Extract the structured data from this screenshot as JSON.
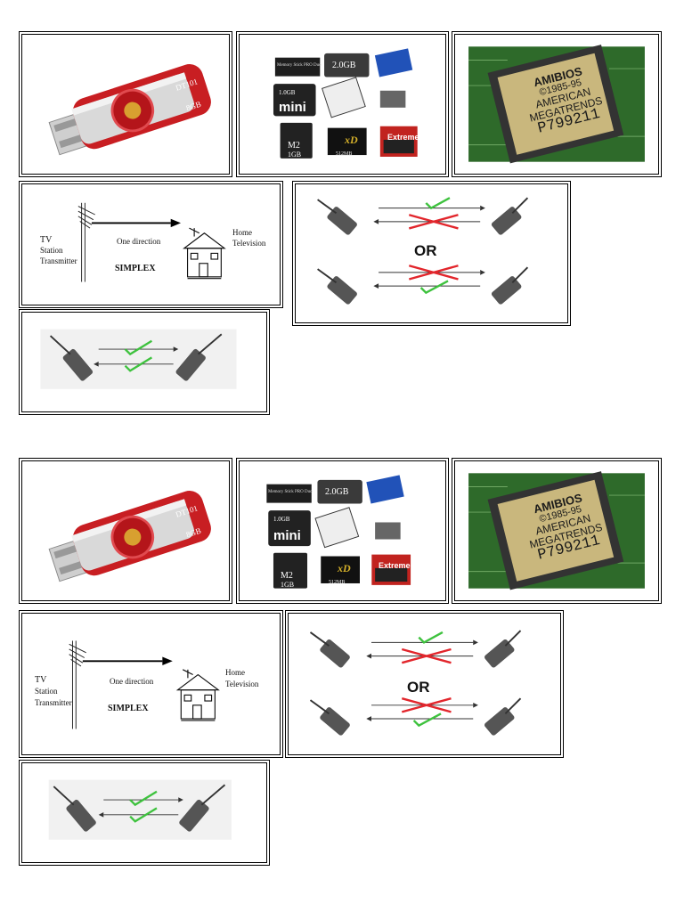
{
  "sheets": [
    {
      "usb": {
        "model": "DT101",
        "capacity": "8GB"
      },
      "cards": {
        "sd_top": "2.0GB",
        "mini": "mini",
        "mini_size": "1.0GB",
        "m2": "M2",
        "m2_size": "1GB",
        "xd": "xD",
        "xd_size": "512MB",
        "extreme": "Extreme",
        "ms_text": "Memory Stick PRO Duo"
      },
      "bios": {
        "brand": "AMIBIOS",
        "line1": "©1985-95",
        "line2": "AMERICAN",
        "line3": "MEGATRENDS",
        "code": "P799211"
      },
      "simplex": {
        "tv": "TV",
        "station": "Station",
        "transmitter": "Transmitter",
        "direction": "One direction",
        "home": "Home",
        "television": "Television",
        "title": "SIMPLEX"
      },
      "half_duplex": {
        "or": "OR"
      }
    },
    {
      "usb": {
        "model": "DT101",
        "capacity": "8GB"
      },
      "cards": {
        "sd_top": "2.0GB",
        "mini": "mini",
        "mini_size": "1.0GB",
        "m2": "M2",
        "m2_size": "1GB",
        "xd": "xD",
        "xd_size": "512MB",
        "extreme": "Extreme",
        "ms_text": "Memory Stick PRO Duo"
      },
      "bios": {
        "brand": "AMIBIOS",
        "line1": "©1985-95",
        "line2": "AMERICAN",
        "line3": "MEGATRENDS",
        "code": "P799211"
      },
      "simplex": {
        "tv": "TV",
        "station": "Station",
        "transmitter": "Transmitter",
        "direction": "One direction",
        "home": "Home",
        "television": "Television",
        "title": "SIMPLEX"
      },
      "half_duplex": {
        "or": "OR"
      }
    }
  ],
  "colors": {
    "usb_red": "#c81e22",
    "pcb_green": "#2e6a2a",
    "chip_gold": "#c9b77d",
    "check_green": "#3ec23e",
    "cross_red": "#e2262c"
  }
}
